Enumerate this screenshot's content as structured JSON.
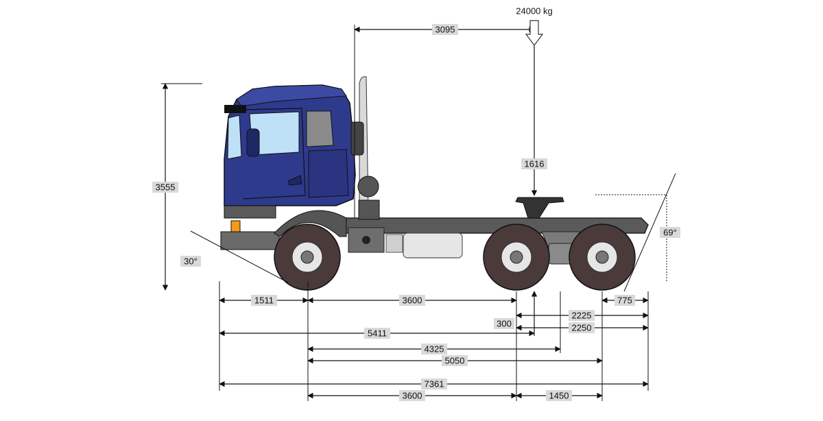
{
  "load": {
    "text": "24000 kg"
  },
  "angles": {
    "approach": "30°",
    "departure": "69°"
  },
  "dims": {
    "fifthwheel_from_cab": "3095",
    "fifthwheel_height": "1616",
    "overall_height": "3555",
    "front_overhang": "1511",
    "wheelbase_first": "3600",
    "rear_overhang": "775",
    "offset_300": "300",
    "d2225": "2225",
    "d2250": "2250",
    "d5411": "5411",
    "d4325": "4325",
    "d5050": "5050",
    "overall_length": "7361",
    "wheelbase_bottom": "3600",
    "tandem_spacing": "1450"
  },
  "colors": {
    "cab": "#2e3a8c",
    "cab_dark": "#1f2866",
    "window": "#bfe1f7",
    "chassis": "#5a5a5a",
    "tyre": "#4a3a3a",
    "tank": "#e6e6e6",
    "indicator": "#f29a1a"
  }
}
